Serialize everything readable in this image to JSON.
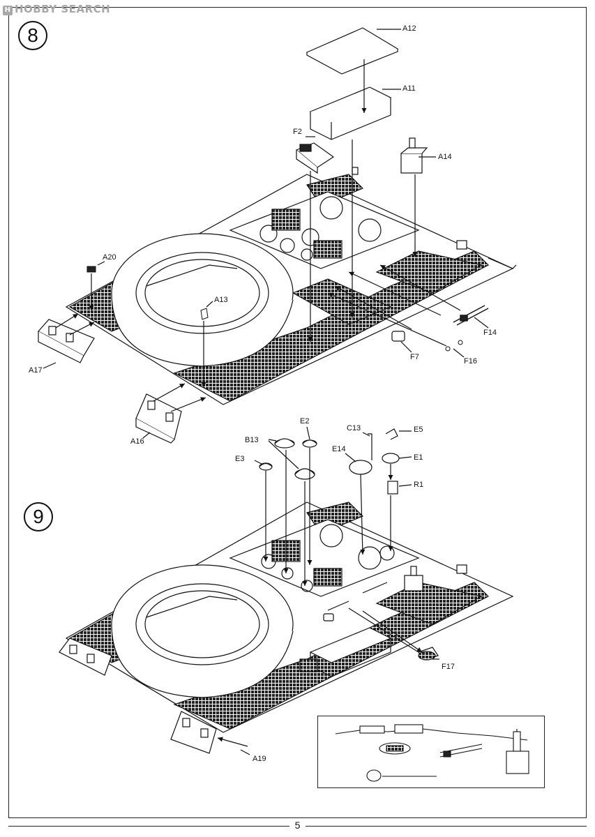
{
  "watermark": "HOBBY SEARCH",
  "steps": [
    "8",
    "9"
  ],
  "page_number": "5",
  "step8_parts": [
    "A12",
    "A11",
    "F2",
    "A14",
    "A20",
    "A13",
    "A17",
    "F14",
    "F7",
    "F16",
    "A16"
  ],
  "step9_parts": [
    "E2",
    "C13",
    "E5",
    "B13",
    "E14",
    "E1",
    "E3",
    "R1",
    "F17",
    "A19"
  ],
  "colors": {
    "ink": "#111111",
    "frame": "#222222",
    "watermark": "#a8a8a8"
  }
}
